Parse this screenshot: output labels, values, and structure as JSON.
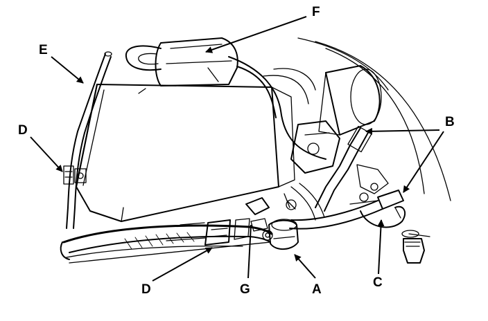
{
  "diagram": {
    "callouts": [
      {
        "id": "A",
        "text": "A"
      },
      {
        "id": "B",
        "text": "B"
      },
      {
        "id": "C",
        "text": "C"
      },
      {
        "id": "D1",
        "text": "D"
      },
      {
        "id": "D2",
        "text": "D"
      },
      {
        "id": "E",
        "text": "E"
      },
      {
        "id": "F",
        "text": "F"
      },
      {
        "id": "G",
        "text": "G"
      }
    ],
    "colors": {
      "ink": "#000000",
      "paper": "#ffffff"
    }
  }
}
